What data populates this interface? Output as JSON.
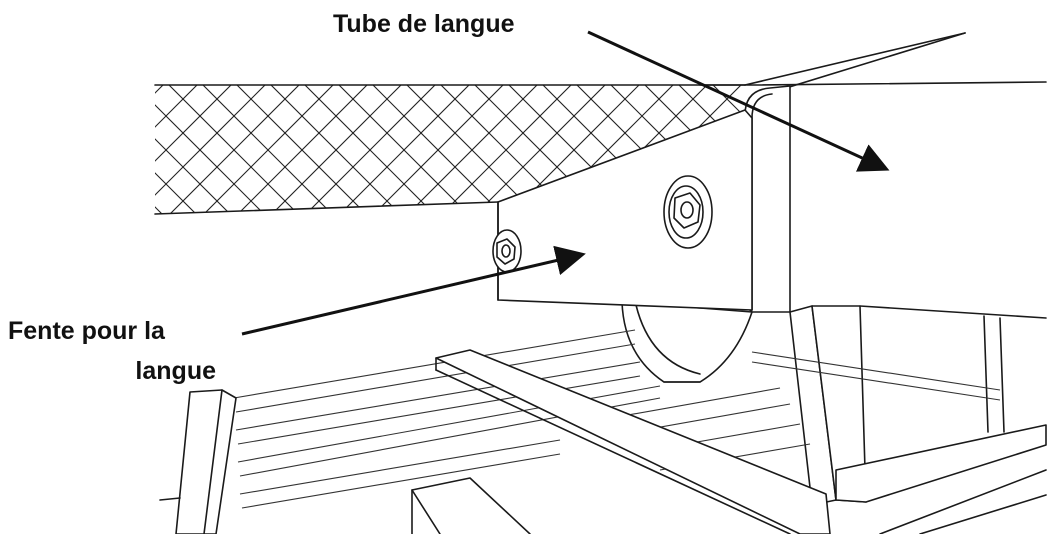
{
  "labels": {
    "tube": "Tube de langue",
    "slot_line1": "Fente pour la",
    "slot_line2": "langue"
  }
}
